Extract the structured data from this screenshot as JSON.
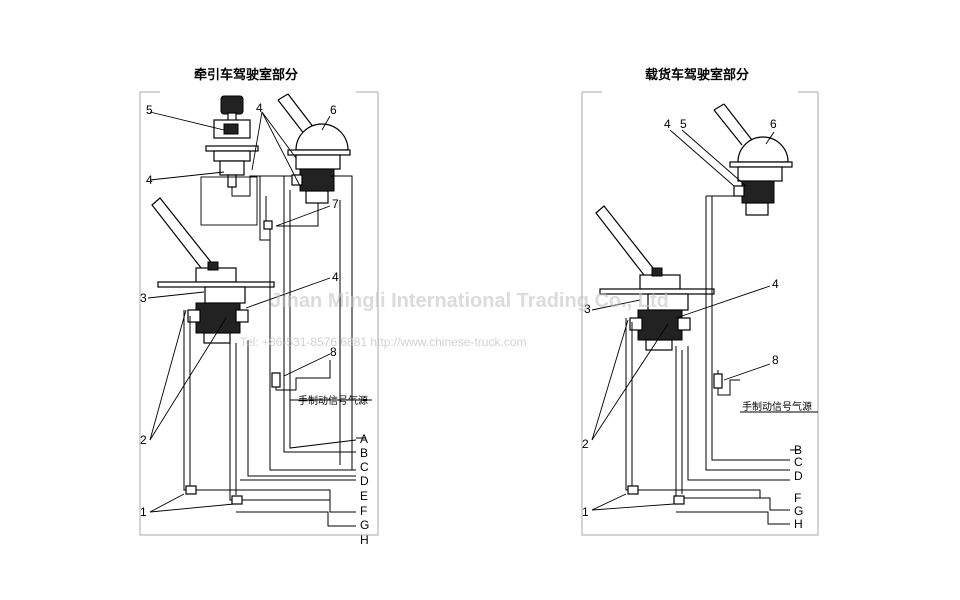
{
  "left_diagram": {
    "title": "牵引车驾驶室部分",
    "part_numbers": [
      "1",
      "2",
      "3",
      "4",
      "4",
      "4",
      "5",
      "6",
      "7",
      "8"
    ],
    "source_note": "手制动信号气源",
    "ports": [
      "A",
      "B",
      "C",
      "D",
      "E",
      "F",
      "G",
      "H"
    ]
  },
  "right_diagram": {
    "title": "载货车驾驶室部分",
    "part_numbers": [
      "1",
      "2",
      "3",
      "4",
      "4",
      "5",
      "6",
      "8"
    ],
    "source_note": "手制动信号气源",
    "ports": [
      "B",
      "C",
      "D",
      "F",
      "G",
      "H"
    ]
  },
  "watermark": {
    "company": "Jinan Mingli International Trading Co., Ltd",
    "contact": "Tel: +86-531-8576 6881     http://www.chinese-truck.com"
  }
}
